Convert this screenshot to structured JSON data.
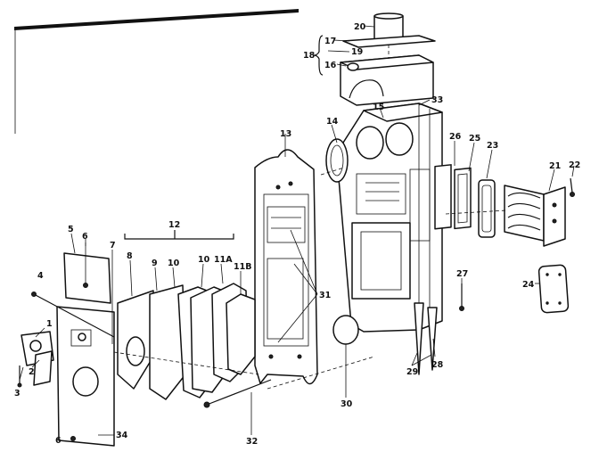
{
  "callouts": {
    "c20": "20",
    "c17": "17",
    "c18": "18",
    "c19": "19",
    "c16": "16",
    "c15": "15",
    "c33": "33",
    "c14": "14",
    "c13": "13",
    "c26": "26",
    "c25": "25",
    "c23": "23",
    "c21": "21",
    "c22": "22",
    "c12": "12",
    "c5": "5",
    "c6": "6",
    "c7": "7",
    "c8": "8",
    "c9": "9",
    "c10a": "10",
    "c10b": "10",
    "c11a": "11A",
    "c11b": "11B",
    "c4": "4",
    "c31": "31",
    "c27": "27",
    "c24": "24",
    "c1": "1",
    "c2": "2",
    "c3": "3",
    "c30": "30",
    "c29": "29",
    "c28": "28",
    "c32": "32",
    "c6b": "6",
    "c34": "34"
  }
}
